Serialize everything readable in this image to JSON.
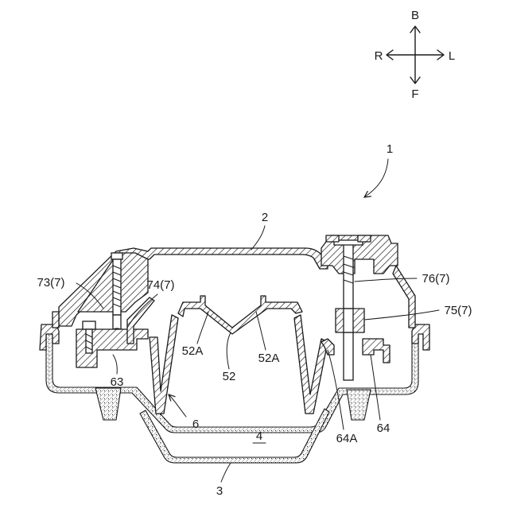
{
  "compass": {
    "back": "B",
    "front": "F",
    "right": "R",
    "left": "L"
  },
  "labels": {
    "ref_1": "1",
    "ref_2": "2",
    "ref_3": "3",
    "ref_4": "4",
    "ref_6": "6",
    "ref_52": "52",
    "ref_52A_left": "52A",
    "ref_52A_right": "52A",
    "ref_63": "63",
    "ref_64": "64",
    "ref_64A": "64A",
    "ref_73": "73(7)",
    "ref_74": "74(7)",
    "ref_75": "75(7)",
    "ref_76": "76(7)"
  }
}
